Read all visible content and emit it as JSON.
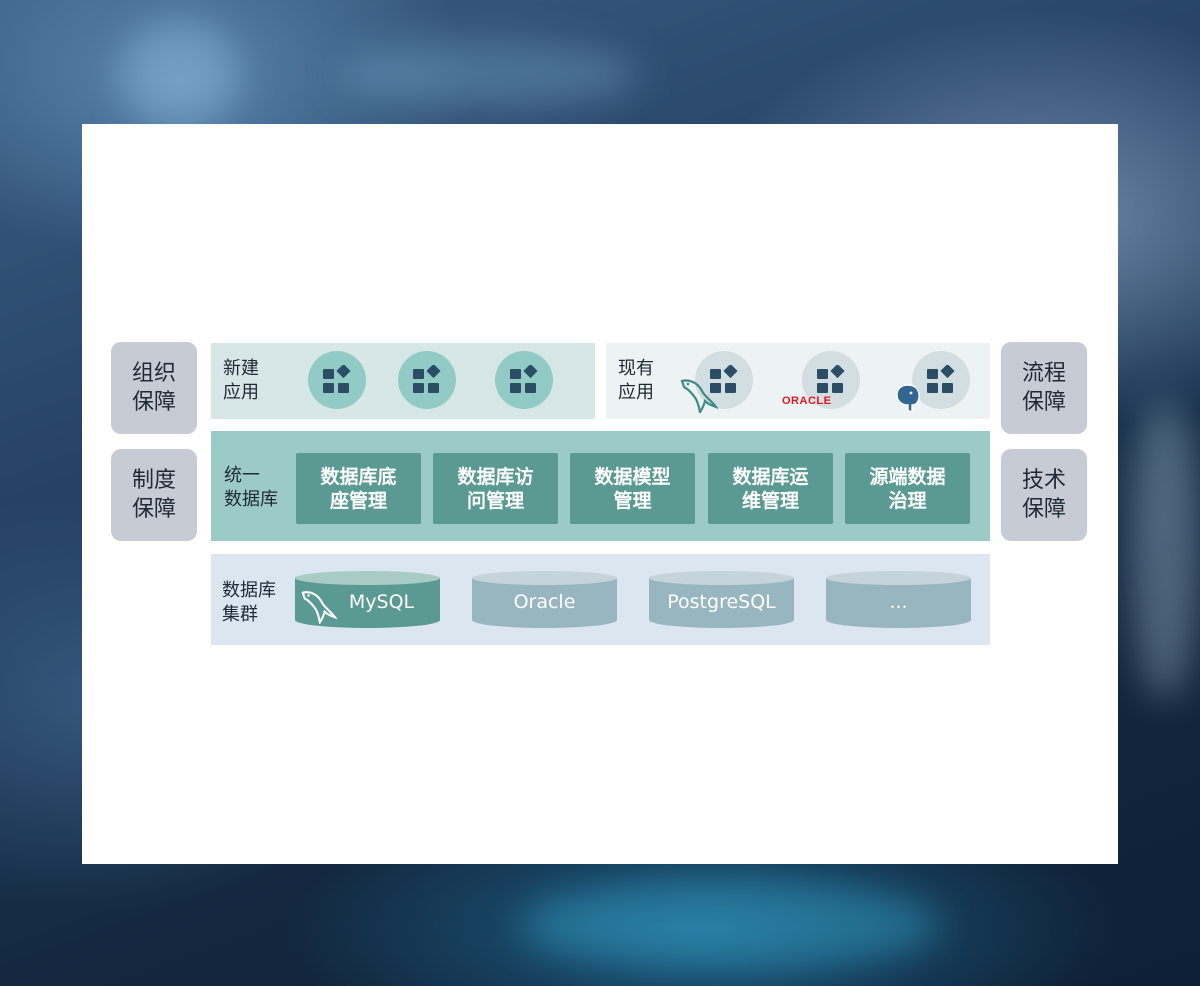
{
  "side_left": [
    "组织\n保障",
    "制度\n保障"
  ],
  "side_right": [
    "流程\n保障",
    "技术\n保障"
  ],
  "row1": {
    "new_label": "新建\n应用",
    "existing_label": "现有\n应用",
    "oracle_logo_text": "ORACLE"
  },
  "row2": {
    "label": "统一\n数据库",
    "modules": [
      "数据库底\n座管理",
      "数据库访\n问管理",
      "数据模型\n管理",
      "数据库运\n维管理",
      "源端数据\n治理"
    ]
  },
  "row3": {
    "label": "数据库\n集群",
    "databases": [
      "MySQL",
      "Oracle",
      "PostgreSQL",
      "..."
    ]
  },
  "colors": {
    "new_panel_bg": "#d7e6e6",
    "existing_panel_bg": "#edf3f4",
    "unified_bg": "#9ccbc7",
    "module_bg": "#5a9a93",
    "cluster_bg": "#dbe6f0",
    "db_active": "#5a9a93",
    "db_inactive": "#98b6bf",
    "icon_dark": "#2b4d66",
    "side_box": "#c7cbd3"
  }
}
